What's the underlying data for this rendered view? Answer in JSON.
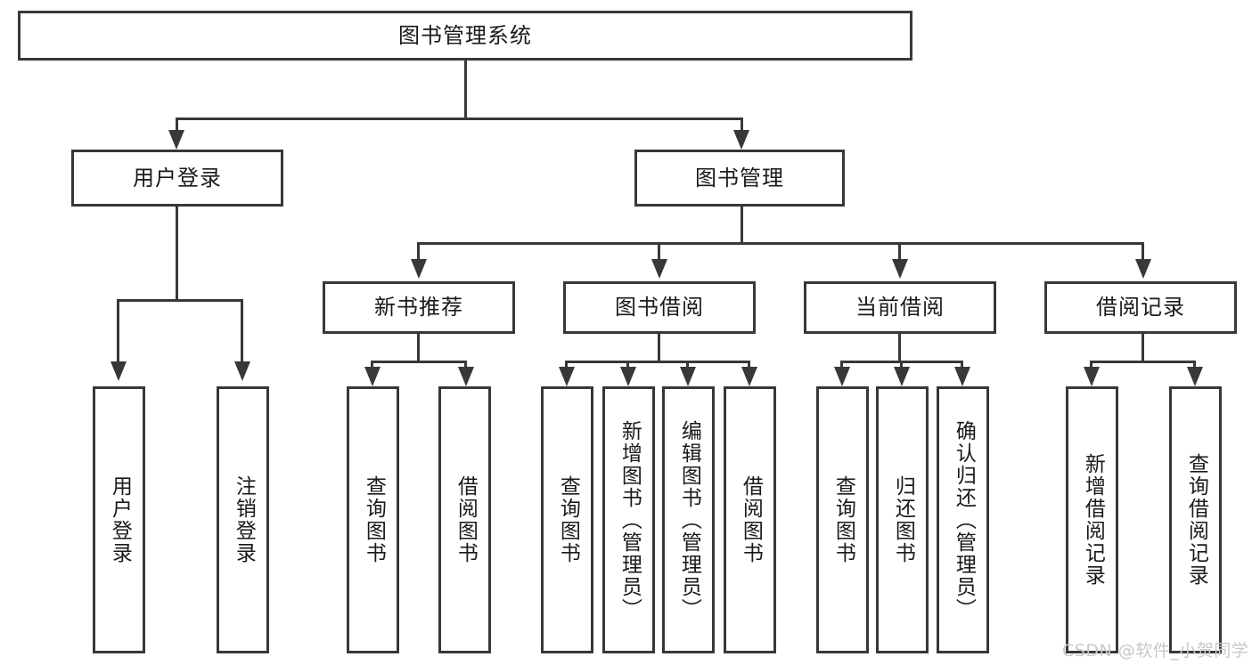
{
  "diagram": {
    "type": "tree-hierarchy-diagram",
    "title_node": {
      "label": "图书管理系统"
    },
    "level2": [
      {
        "id": "user-login",
        "label": "用户登录"
      },
      {
        "id": "book-management",
        "label": "图书管理"
      }
    ],
    "level3": [
      {
        "id": "new-book-recommend",
        "label": "新书推荐"
      },
      {
        "id": "book-borrow",
        "label": "图书借阅"
      },
      {
        "id": "current-borrow",
        "label": "当前借阅"
      },
      {
        "id": "borrow-record",
        "label": "借阅记录"
      }
    ],
    "leaves": {
      "user_login": [
        {
          "id": "leaf-user-login",
          "label": "用户登录"
        },
        {
          "id": "leaf-logout-login",
          "label": "注销登录"
        }
      ],
      "new_book_recommend": [
        {
          "id": "leaf-query-book-1",
          "label": "查询图书"
        },
        {
          "id": "leaf-borrow-book-1",
          "label": "借阅图书"
        }
      ],
      "book_borrow": [
        {
          "id": "leaf-query-book-2",
          "label": "查询图书"
        },
        {
          "id": "leaf-add-book",
          "label": "新增图书（管理员）"
        },
        {
          "id": "leaf-edit-book",
          "label": "编辑图书（管理员）"
        },
        {
          "id": "leaf-borrow-book-2",
          "label": "借阅图书"
        }
      ],
      "current_borrow": [
        {
          "id": "leaf-query-book-3",
          "label": "查询图书"
        },
        {
          "id": "leaf-return-book",
          "label": "归还图书"
        },
        {
          "id": "leaf-confirm-return",
          "label": "确认归还（管理员）"
        }
      ],
      "borrow_record": [
        {
          "id": "leaf-add-borrow-record",
          "label": "新增借阅记录"
        },
        {
          "id": "leaf-query-borrow-record",
          "label": "查询借阅记录"
        }
      ]
    },
    "colors": {
      "stroke": "#38383a",
      "fill": "#ffffff",
      "text": "#1a1a1a",
      "watermark": "#c8c8c8"
    }
  },
  "watermark": {
    "text": "CSDN @软件_小贺同学"
  }
}
